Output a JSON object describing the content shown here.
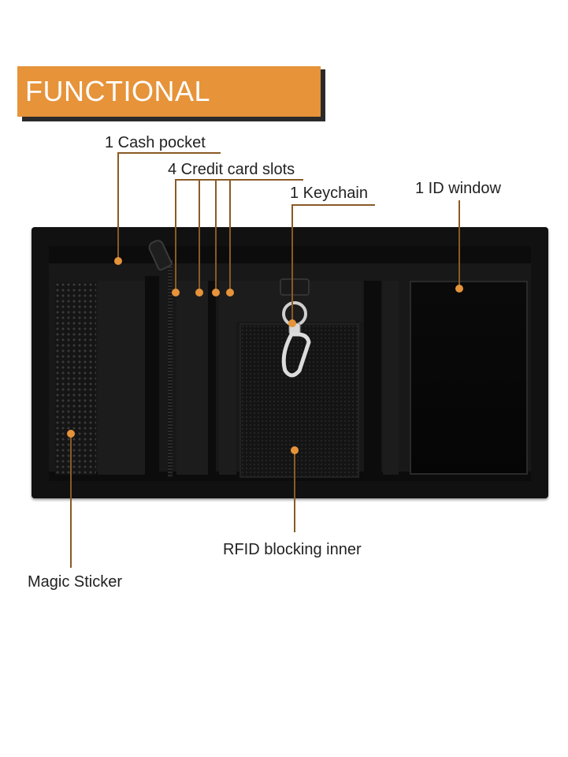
{
  "banner": {
    "title": "FUNCTIONAL DESION"
  },
  "labels": {
    "cash_pocket": "1 Cash pocket",
    "credit_card_slots": "4 Credit card slots",
    "keychain": "1 Keychain",
    "id_window": "1 ID window",
    "rfid": "RFID blocking inner",
    "magic_sticker": "Magic Sticker"
  },
  "colors": {
    "accent": "#e6933a",
    "leader": "#8a5a25",
    "wallet": "#111111"
  }
}
